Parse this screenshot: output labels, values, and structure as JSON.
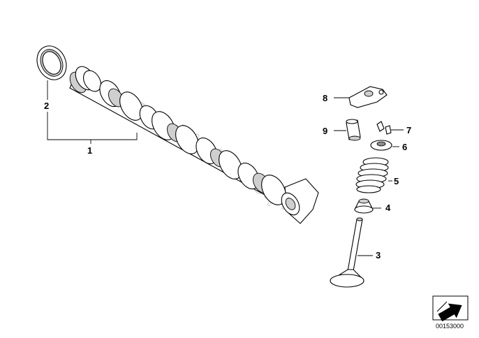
{
  "callouts": {
    "c1": "1",
    "c2": "2",
    "c3": "3",
    "c4": "4",
    "c5": "5",
    "c6": "6",
    "c7": "7",
    "c8": "8",
    "c9": "9"
  },
  "watermark": "www.BMWfans.pl",
  "doc_id": "00153000",
  "icons": {
    "corner_symbol": "arrow-direction-icon"
  }
}
